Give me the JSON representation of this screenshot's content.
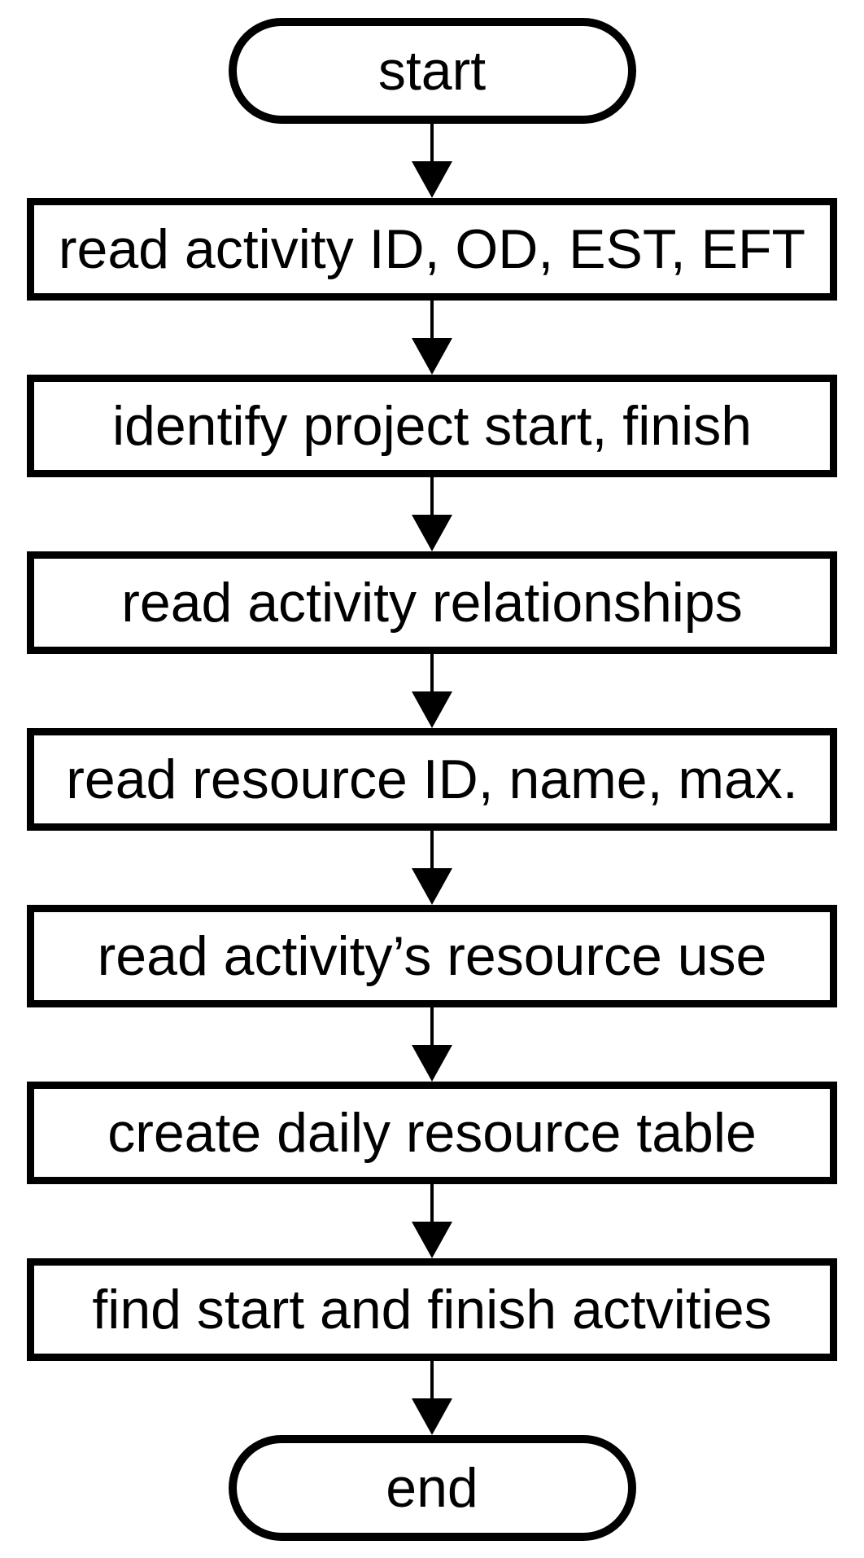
{
  "flowchart": {
    "type": "flowchart",
    "direction": "top-down",
    "colors": {
      "stroke": "#000000",
      "fill": "#ffffff",
      "text": "#000000"
    },
    "nodes": [
      {
        "id": "start",
        "shape": "terminator",
        "label": "start"
      },
      {
        "id": "read-activity",
        "shape": "process",
        "label": "read activity ID, OD, EST, EFT"
      },
      {
        "id": "identify-project",
        "shape": "process",
        "label": "identify project start, finish"
      },
      {
        "id": "read-relationships",
        "shape": "process",
        "label": "read activity relationships"
      },
      {
        "id": "read-resource",
        "shape": "process",
        "label": "read resource ID, name, max."
      },
      {
        "id": "read-resource-use",
        "shape": "process",
        "label": "read activity’s resource use"
      },
      {
        "id": "create-table",
        "shape": "process",
        "label": "create daily resource table"
      },
      {
        "id": "find-activities",
        "shape": "process",
        "label": "find start and finish actvities"
      },
      {
        "id": "end",
        "shape": "terminator",
        "label": "end"
      }
    ],
    "edges": [
      {
        "from": "start",
        "to": "read-activity"
      },
      {
        "from": "read-activity",
        "to": "identify-project"
      },
      {
        "from": "identify-project",
        "to": "read-relationships"
      },
      {
        "from": "read-relationships",
        "to": "read-resource"
      },
      {
        "from": "read-resource",
        "to": "read-resource-use"
      },
      {
        "from": "read-resource-use",
        "to": "create-table"
      },
      {
        "from": "create-table",
        "to": "find-activities"
      },
      {
        "from": "find-activities",
        "to": "end"
      }
    ]
  }
}
